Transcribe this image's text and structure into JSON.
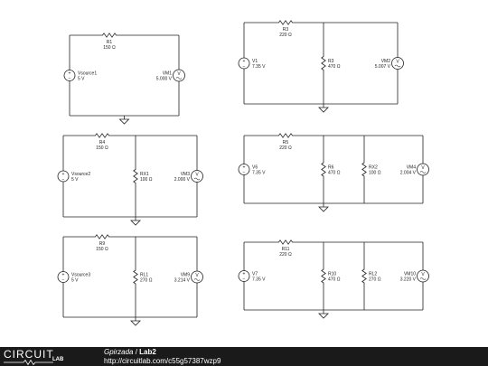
{
  "circuits": [
    {
      "resistor_label": "R1",
      "resistor_value": "150 Ω",
      "source_label": "Vsource1",
      "source_value": "5 V",
      "meter_label": "VM1",
      "meter_value": "5.000 V",
      "loads": []
    },
    {
      "resistor_label": "R3",
      "resistor_value": "220 Ω",
      "source_label": "V1",
      "source_value": "7.35 V",
      "meter_label": "VM2",
      "meter_value": "5.007 V",
      "loads": [
        {
          "label": "R3",
          "value": "470 Ω"
        }
      ]
    },
    {
      "resistor_label": "R4",
      "resistor_value": "150 Ω",
      "source_label": "Vsource2",
      "source_value": "5 V",
      "meter_label": "VM3",
      "meter_value": "2.000 V",
      "loads": [
        {
          "label": "RX1",
          "value": "100 Ω"
        }
      ]
    },
    {
      "resistor_label": "R5",
      "resistor_value": "220 Ω",
      "source_label": "V6",
      "source_value": "7.35 V",
      "meter_label": "VM4",
      "meter_value": "2.004 V",
      "loads": [
        {
          "label": "R6",
          "value": "470 Ω"
        },
        {
          "label": "RX2",
          "value": "100 Ω"
        }
      ]
    },
    {
      "resistor_label": "R9",
      "resistor_value": "150 Ω",
      "source_label": "Vsource3",
      "source_value": "5 V",
      "meter_label": "VM9",
      "meter_value": "3.214 V",
      "loads": [
        {
          "label": "RL1",
          "value": "270 Ω"
        }
      ]
    },
    {
      "resistor_label": "R11",
      "resistor_value": "220 Ω",
      "source_label": "V7",
      "source_value": "7.35 V",
      "meter_label": "VM10",
      "meter_value": "3.220 V",
      "loads": [
        {
          "label": "R10",
          "value": "470 Ω"
        },
        {
          "label": "RL2",
          "value": "270 Ω"
        }
      ]
    }
  ],
  "meter_symbol": "V",
  "footer": {
    "logo_top": "CIRCUIT",
    "logo_bottom": "LAB",
    "user": "Gpirzada",
    "separator": " / ",
    "title": "Lab2",
    "url": "http://circuitlab.com/c55g57387wzp9"
  }
}
